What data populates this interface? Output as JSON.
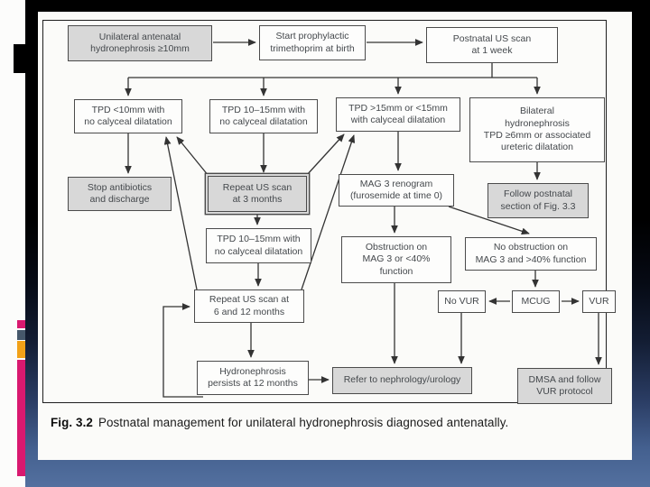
{
  "slide": {
    "caption": {
      "prefix": "Fig. 3.2",
      "text": "Postnatal management for unilateral hydronephrosis diagnosed antenatally."
    }
  },
  "colors": {
    "accent_magenta": "#d9196f",
    "accent_slate": "#46586b",
    "accent_amber": "#f2a118",
    "background_bottom_blue": "#53709f",
    "node_fill_gray": "#d8d8d8",
    "node_border": "#4b4b4b",
    "arrow": "#333333"
  },
  "flowchart": {
    "nodes": [
      {
        "id": "antenatal",
        "label": "Unilateral antenatal\nhydronephrosis ≥10mm",
        "fill": "gray"
      },
      {
        "id": "trimethoprim",
        "label": "Start prophylactic\ntrimethoprim at birth",
        "fill": "white"
      },
      {
        "id": "postnatal-scan",
        "label": "Postnatal US scan\nat 1 week",
        "fill": "white"
      },
      {
        "id": "tpd-lt10",
        "label": "TPD <10mm with\nno calyceal dilatation",
        "fill": "white"
      },
      {
        "id": "tpd-10-15",
        "label": "TPD 10–15mm with\nno calyceal dilatation",
        "fill": "white"
      },
      {
        "id": "tpd-gt15",
        "label": "TPD >15mm or <15mm\nwith calyceal dilatation",
        "fill": "white"
      },
      {
        "id": "bilateral",
        "label": "Bilateral\nhydronephrosis\nTPD ≥6mm or associated\nureteric dilatation",
        "fill": "white"
      },
      {
        "id": "stop-antibiotics",
        "label": "Stop antibiotics\nand discharge",
        "fill": "gray"
      },
      {
        "id": "repeat-3mo",
        "label": "Repeat US scan\nat 3 months",
        "fill": "gray-double"
      },
      {
        "id": "mag3",
        "label": "MAG 3 renogram\n(furosemide at time 0)",
        "fill": "white"
      },
      {
        "id": "follow-fig33",
        "label": "Follow postnatal\nsection of Fig. 3.3",
        "fill": "gray"
      },
      {
        "id": "tpd-10-15-repeat",
        "label": "TPD 10–15mm with\nno calyceal dilatation",
        "fill": "white"
      },
      {
        "id": "obstruction",
        "label": "Obstruction on\nMAG 3 or <40%\nfunction",
        "fill": "white"
      },
      {
        "id": "no-obstruction",
        "label": "No obstruction on\nMAG 3 and >40% function",
        "fill": "white"
      },
      {
        "id": "repeat-6-12mo",
        "label": "Repeat US scan at\n6 and 12 months",
        "fill": "white"
      },
      {
        "id": "no-vur",
        "label": "No VUR",
        "fill": "white"
      },
      {
        "id": "mcug",
        "label": "MCUG",
        "fill": "white"
      },
      {
        "id": "vur",
        "label": "VUR",
        "fill": "white"
      },
      {
        "id": "persists-12mo",
        "label": "Hydronephrosis\npersists at 12 months",
        "fill": "white"
      },
      {
        "id": "refer",
        "label": "Refer to nephrology/urology",
        "fill": "gray"
      },
      {
        "id": "dmsa",
        "label": "DMSA and follow\nVUR protocol",
        "fill": "gray"
      }
    ],
    "edges": [
      {
        "from": "antenatal",
        "to": "trimethoprim"
      },
      {
        "from": "trimethoprim",
        "to": "postnatal-scan"
      },
      {
        "from": "postnatal-scan",
        "to": "tpd-lt10"
      },
      {
        "from": "postnatal-scan",
        "to": "tpd-10-15"
      },
      {
        "from": "postnatal-scan",
        "to": "tpd-gt15"
      },
      {
        "from": "postnatal-scan",
        "to": "bilateral"
      },
      {
        "from": "tpd-lt10",
        "to": "stop-antibiotics"
      },
      {
        "from": "tpd-10-15",
        "to": "repeat-3mo"
      },
      {
        "from": "tpd-gt15",
        "to": "mag3"
      },
      {
        "from": "bilateral",
        "to": "follow-fig33"
      },
      {
        "from": "repeat-3mo",
        "to": "tpd-lt10"
      },
      {
        "from": "repeat-3mo",
        "to": "tpd-gt15"
      },
      {
        "from": "repeat-3mo",
        "to": "tpd-10-15-repeat"
      },
      {
        "from": "tpd-10-15-repeat",
        "to": "repeat-6-12mo"
      },
      {
        "from": "repeat-6-12mo",
        "to": "tpd-lt10"
      },
      {
        "from": "repeat-6-12mo",
        "to": "tpd-gt15"
      },
      {
        "from": "repeat-6-12mo",
        "to": "persists-12mo"
      },
      {
        "from": "mag3",
        "to": "obstruction"
      },
      {
        "from": "mag3",
        "to": "no-obstruction"
      },
      {
        "from": "obstruction",
        "to": "refer"
      },
      {
        "from": "no-obstruction",
        "to": "mcug"
      },
      {
        "from": "mcug",
        "to": "no-vur"
      },
      {
        "from": "mcug",
        "to": "vur"
      },
      {
        "from": "no-vur",
        "to": "refer"
      },
      {
        "from": "vur",
        "to": "dmsa"
      },
      {
        "from": "persists-12mo",
        "to": "refer"
      },
      {
        "from": "persists-12mo",
        "to": "repeat-6-12mo"
      }
    ]
  }
}
